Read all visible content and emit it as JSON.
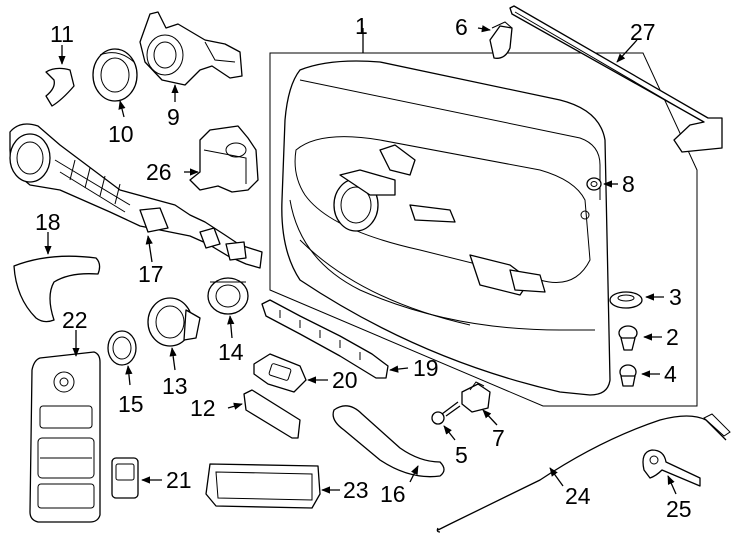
{
  "diagram": {
    "labels": {
      "p1": "1",
      "p2": "2",
      "p3": "3",
      "p4": "4",
      "p5": "5",
      "p6": "6",
      "p7": "7",
      "p8": "8",
      "p9": "9",
      "p10": "10",
      "p11": "11",
      "p12": "12",
      "p13": "13",
      "p14": "14",
      "p15": "15",
      "p16": "16",
      "p17": "17",
      "p18": "18",
      "p19": "19",
      "p20": "20",
      "p21": "21",
      "p22": "22",
      "p23": "23",
      "p24": "24",
      "p25": "25",
      "p26": "26",
      "p27": "27"
    }
  }
}
